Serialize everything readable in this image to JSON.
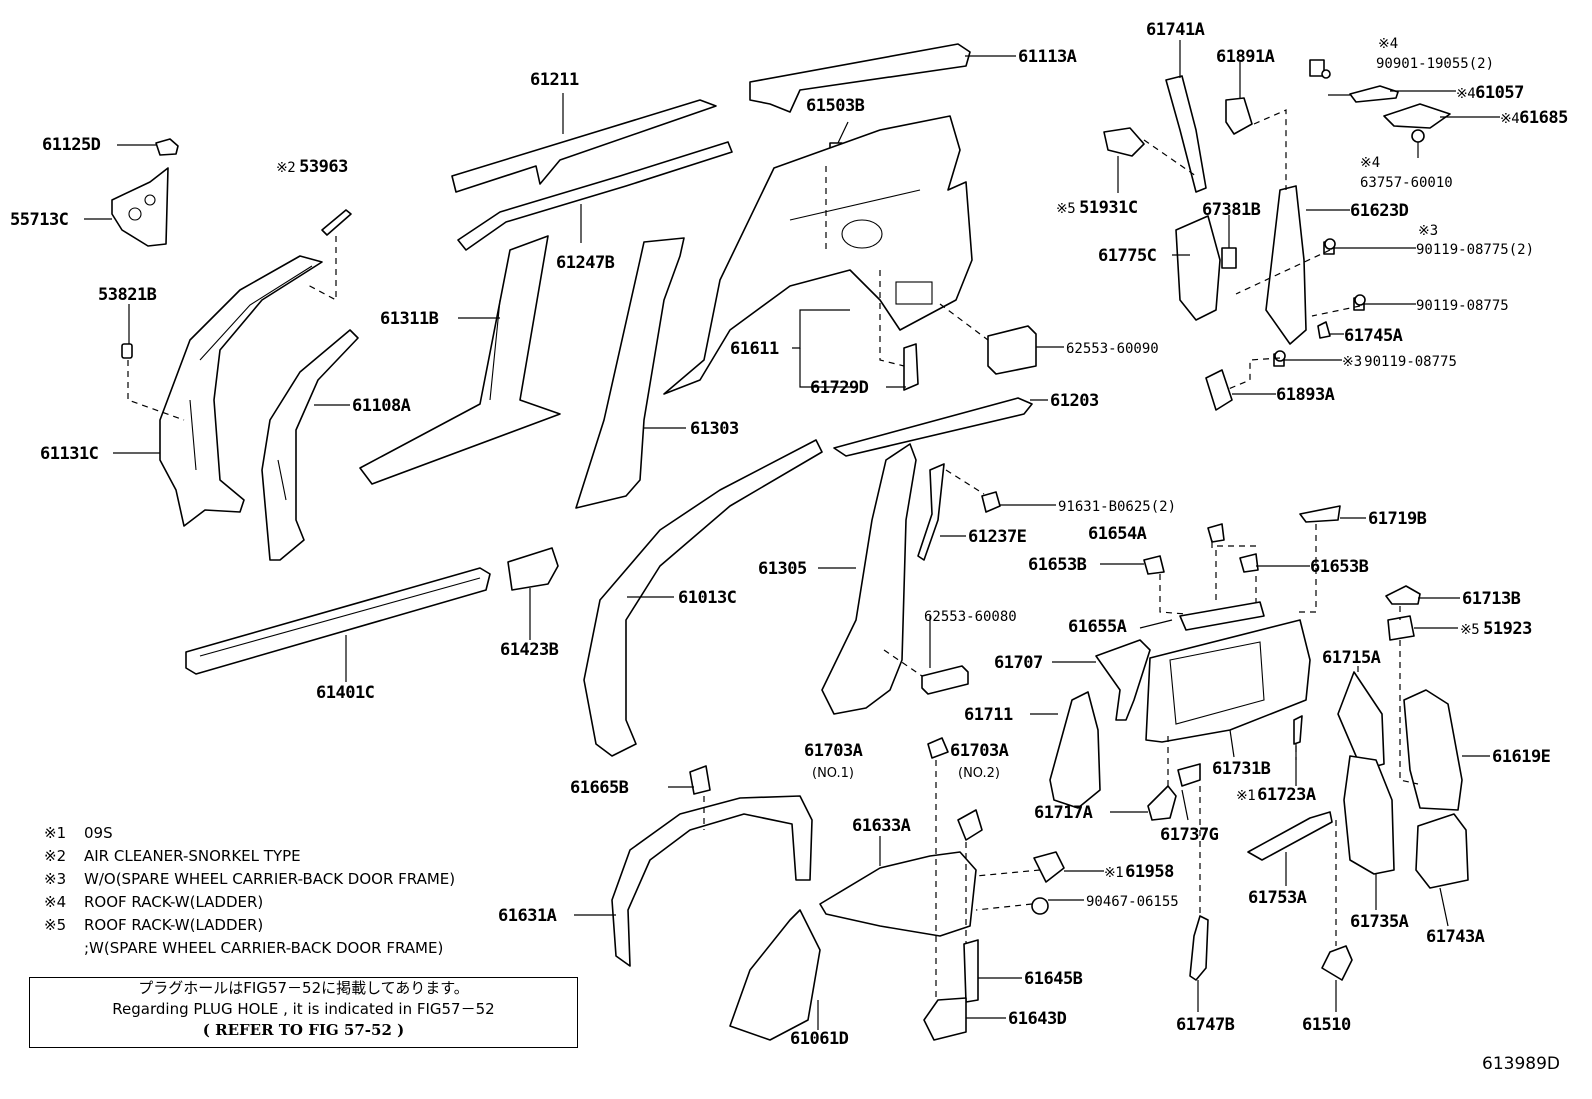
{
  "parts": [
    {
      "id": "61211",
      "label": "61211",
      "qty": "",
      "flag": "",
      "sub": ""
    },
    {
      "id": "61113A",
      "label": "61113A",
      "qty": "",
      "flag": "",
      "sub": ""
    },
    {
      "id": "61741A",
      "label": "61741A",
      "qty": "",
      "flag": "",
      "sub": ""
    },
    {
      "id": "61891A",
      "label": "61891A",
      "qty": "",
      "flag": "",
      "sub": ""
    },
    {
      "id": "90901-19055",
      "label": "90901-19055",
      "qty": "(2)",
      "flag": "※4",
      "sub": ""
    },
    {
      "id": "61057",
      "label": "61057",
      "qty": "",
      "flag": "※4",
      "sub": ""
    },
    {
      "id": "61685",
      "label": "61685",
      "qty": "",
      "flag": "※4",
      "sub": ""
    },
    {
      "id": "63757-60010",
      "label": "63757-60010",
      "qty": "",
      "flag": "※4",
      "sub": ""
    },
    {
      "id": "61125D",
      "label": "61125D",
      "qty": "",
      "flag": "",
      "sub": ""
    },
    {
      "id": "53963",
      "label": "53963",
      "qty": "",
      "flag": "※2",
      "sub": ""
    },
    {
      "id": "61503B",
      "label": "61503B",
      "qty": "",
      "flag": "",
      "sub": ""
    },
    {
      "id": "55713C",
      "label": "55713C",
      "qty": "",
      "flag": "",
      "sub": ""
    },
    {
      "id": "51931C",
      "label": "51931C",
      "qty": "",
      "flag": "※5",
      "sub": ""
    },
    {
      "id": "67381B",
      "label": "67381B",
      "qty": "",
      "flag": "",
      "sub": ""
    },
    {
      "id": "61623D",
      "label": "61623D",
      "qty": "",
      "flag": "",
      "sub": ""
    },
    {
      "id": "90119-08775-a",
      "label": "90119-08775",
      "qty": "(2)",
      "flag": "※3",
      "sub": ""
    },
    {
      "id": "61247B",
      "label": "61247B",
      "qty": "",
      "flag": "",
      "sub": ""
    },
    {
      "id": "61775C",
      "label": "61775C",
      "qty": "",
      "flag": "",
      "sub": ""
    },
    {
      "id": "53821B",
      "label": "53821B",
      "qty": "",
      "flag": "",
      "sub": ""
    },
    {
      "id": "90119-08775-b",
      "label": "90119-08775",
      "qty": "",
      "flag": "",
      "sub": ""
    },
    {
      "id": "61311B",
      "label": "61311B",
      "qty": "",
      "flag": "",
      "sub": ""
    },
    {
      "id": "61745A",
      "label": "61745A",
      "qty": "",
      "flag": "",
      "sub": ""
    },
    {
      "id": "61611",
      "label": "61611",
      "qty": "",
      "flag": "",
      "sub": ""
    },
    {
      "id": "62553-60090",
      "label": "62553-60090",
      "qty": "",
      "flag": "",
      "sub": ""
    },
    {
      "id": "90119-08775-c",
      "label": "90119-08775",
      "qty": "",
      "flag": "※3",
      "sub": ""
    },
    {
      "id": "61729D",
      "label": "61729D",
      "qty": "",
      "flag": "",
      "sub": ""
    },
    {
      "id": "61893A",
      "label": "61893A",
      "qty": "",
      "flag": "",
      "sub": ""
    },
    {
      "id": "61108A",
      "label": "61108A",
      "qty": "",
      "flag": "",
      "sub": ""
    },
    {
      "id": "61203",
      "label": "61203",
      "qty": "",
      "flag": "",
      "sub": ""
    },
    {
      "id": "61303",
      "label": "61303",
      "qty": "",
      "flag": "",
      "sub": ""
    },
    {
      "id": "61131C",
      "label": "61131C",
      "qty": "",
      "flag": "",
      "sub": ""
    },
    {
      "id": "91631-B0625",
      "label": "91631-B0625",
      "qty": "(2)",
      "flag": "",
      "sub": ""
    },
    {
      "id": "61719B",
      "label": "61719B",
      "qty": "",
      "flag": "",
      "sub": ""
    },
    {
      "id": "61237E",
      "label": "61237E",
      "qty": "",
      "flag": "",
      "sub": ""
    },
    {
      "id": "61654A",
      "label": "61654A",
      "qty": "",
      "flag": "",
      "sub": ""
    },
    {
      "id": "61653B-a",
      "label": "61653B",
      "qty": "",
      "flag": "",
      "sub": ""
    },
    {
      "id": "61653B-b",
      "label": "61653B",
      "qty": "",
      "flag": "",
      "sub": ""
    },
    {
      "id": "61305",
      "label": "61305",
      "qty": "",
      "flag": "",
      "sub": ""
    },
    {
      "id": "61013C",
      "label": "61013C",
      "qty": "",
      "flag": "",
      "sub": ""
    },
    {
      "id": "61713B",
      "label": "61713B",
      "qty": "",
      "flag": "",
      "sub": ""
    },
    {
      "id": "62553-60080",
      "label": "62553-60080",
      "qty": "",
      "flag": "",
      "sub": ""
    },
    {
      "id": "61655A",
      "label": "61655A",
      "qty": "",
      "flag": "",
      "sub": ""
    },
    {
      "id": "51923",
      "label": "51923",
      "qty": "",
      "flag": "※5",
      "sub": ""
    },
    {
      "id": "61423B",
      "label": "61423B",
      "qty": "",
      "flag": "",
      "sub": ""
    },
    {
      "id": "61707",
      "label": "61707",
      "qty": "",
      "flag": "",
      "sub": ""
    },
    {
      "id": "61715A",
      "label": "61715A",
      "qty": "",
      "flag": "",
      "sub": ""
    },
    {
      "id": "61401C",
      "label": "61401C",
      "qty": "",
      "flag": "",
      "sub": ""
    },
    {
      "id": "61711",
      "label": "61711",
      "qty": "",
      "flag": "",
      "sub": ""
    },
    {
      "id": "61703A-1",
      "label": "61703A",
      "qty": "",
      "flag": "",
      "sub": "(NO.1)"
    },
    {
      "id": "61703A-2",
      "label": "61703A",
      "qty": "",
      "flag": "",
      "sub": "(NO.2)"
    },
    {
      "id": "61731B",
      "label": "61731B",
      "qty": "",
      "flag": "",
      "sub": ""
    },
    {
      "id": "61619E",
      "label": "61619E",
      "qty": "",
      "flag": "",
      "sub": ""
    },
    {
      "id": "61665B",
      "label": "61665B",
      "qty": "",
      "flag": "",
      "sub": ""
    },
    {
      "id": "61723A",
      "label": "61723A",
      "qty": "",
      "flag": "※1",
      "sub": ""
    },
    {
      "id": "61717A",
      "label": "61717A",
      "qty": "",
      "flag": "",
      "sub": ""
    },
    {
      "id": "61633A",
      "label": "61633A",
      "qty": "",
      "flag": "",
      "sub": ""
    },
    {
      "id": "61737G",
      "label": "61737G",
      "qty": "",
      "flag": "",
      "sub": ""
    },
    {
      "id": "61958",
      "label": "61958",
      "qty": "",
      "flag": "※1",
      "sub": ""
    },
    {
      "id": "61753A",
      "label": "61753A",
      "qty": "",
      "flag": "",
      "sub": ""
    },
    {
      "id": "90467-06155",
      "label": "90467-06155",
      "qty": "",
      "flag": "",
      "sub": ""
    },
    {
      "id": "61735A",
      "label": "61735A",
      "qty": "",
      "flag": "",
      "sub": ""
    },
    {
      "id": "61743A",
      "label": "61743A",
      "qty": "",
      "flag": "",
      "sub": ""
    },
    {
      "id": "61631A",
      "label": "61631A",
      "qty": "",
      "flag": "",
      "sub": ""
    },
    {
      "id": "61645B",
      "label": "61645B",
      "qty": "",
      "flag": "",
      "sub": ""
    },
    {
      "id": "61643D",
      "label": "61643D",
      "qty": "",
      "flag": "",
      "sub": ""
    },
    {
      "id": "61747B",
      "label": "61747B",
      "qty": "",
      "flag": "",
      "sub": ""
    },
    {
      "id": "61510",
      "label": "61510",
      "qty": "",
      "flag": "",
      "sub": ""
    },
    {
      "id": "61061D",
      "label": "61061D",
      "qty": "",
      "flag": "",
      "sub": ""
    }
  ],
  "notes": [
    {
      "mark": "※1",
      "text": "09S"
    },
    {
      "mark": "※2",
      "text": "AIR CLEANER-SNORKEL TYPE"
    },
    {
      "mark": "※3",
      "text": "W/O(SPARE WHEEL CARRIER-BACK DOOR FRAME)"
    },
    {
      "mark": "※4",
      "text": "ROOF RACK-W(LADDER)"
    },
    {
      "mark": "※5",
      "text": "ROOF RACK-W(LADDER)"
    },
    {
      "mark": "",
      "text": ";W(SPARE WHEEL CARRIER-BACK DOOR FRAME)"
    }
  ],
  "plug_note": {
    "jp": "プラグホールはFIG57－52に掲載してあります。",
    "en": "Regarding PLUG HOLE , it is indicated in FIG57－52",
    "ref": "(  REFER TO FIG 57-52  )"
  },
  "figure_number": "613989D"
}
